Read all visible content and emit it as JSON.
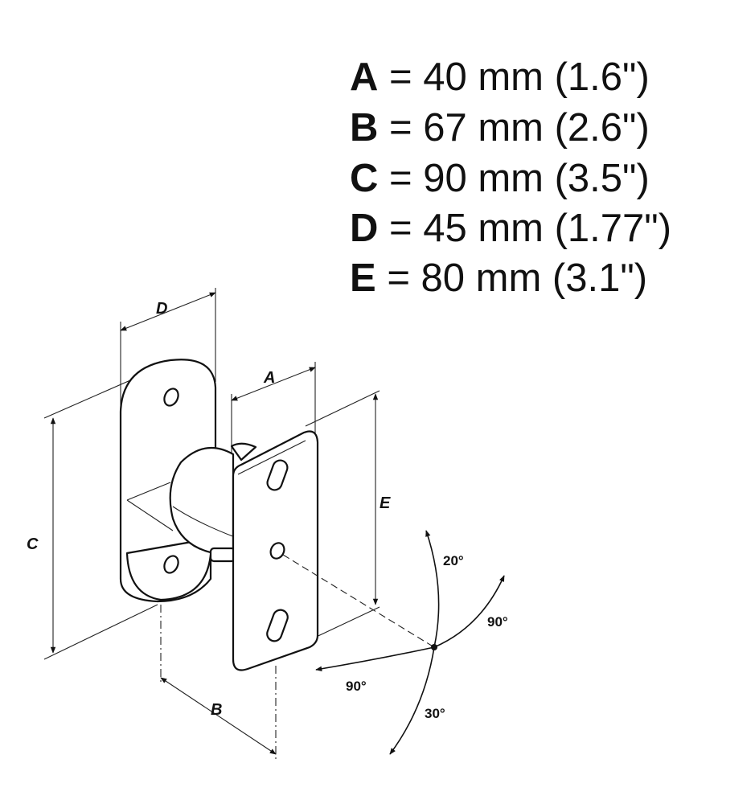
{
  "specs": [
    {
      "key": "A",
      "value": "= 40 mm (1.6\")"
    },
    {
      "key": "B",
      "value": "= 67 mm (2.6\")"
    },
    {
      "key": "C",
      "value": "= 90 mm (3.5\")"
    },
    {
      "key": "D",
      "value": "= 45 mm (1.77\")"
    },
    {
      "key": "E",
      "value": "= 80 mm (3.1\")"
    }
  ],
  "dimension_labels": {
    "a": "A",
    "b": "B",
    "c": "C",
    "d": "D",
    "e": "E"
  },
  "angles": {
    "tilt_up": "20°",
    "swivel_right": "90°",
    "swivel_left": "90°",
    "tilt_down": "30°"
  }
}
